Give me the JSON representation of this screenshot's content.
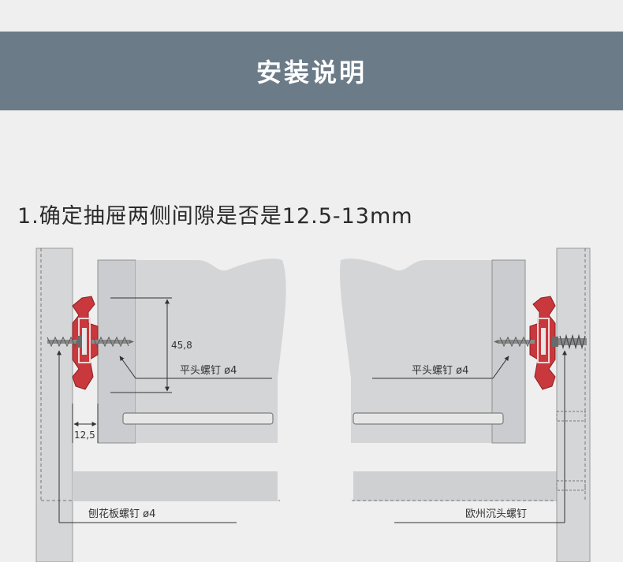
{
  "banner": {
    "title": "安装说明"
  },
  "step": {
    "title": "1.确定抽屉两侧间隙是否是12.5-13mm"
  },
  "diagram": {
    "left": {
      "dimension_height": "45,8",
      "dimension_gap": "12,5",
      "screw_label": "平头螺钉 ø4",
      "board_screw_label": "刨花板螺钉 ø4"
    },
    "right": {
      "screw_label": "平头螺钉 ø4",
      "euro_screw_label": "欧州沉头螺钉"
    },
    "colors": {
      "banner": "#6b7b88",
      "background": "#efefef",
      "panel": "#d7d8da",
      "slide": "#c8383c"
    }
  }
}
